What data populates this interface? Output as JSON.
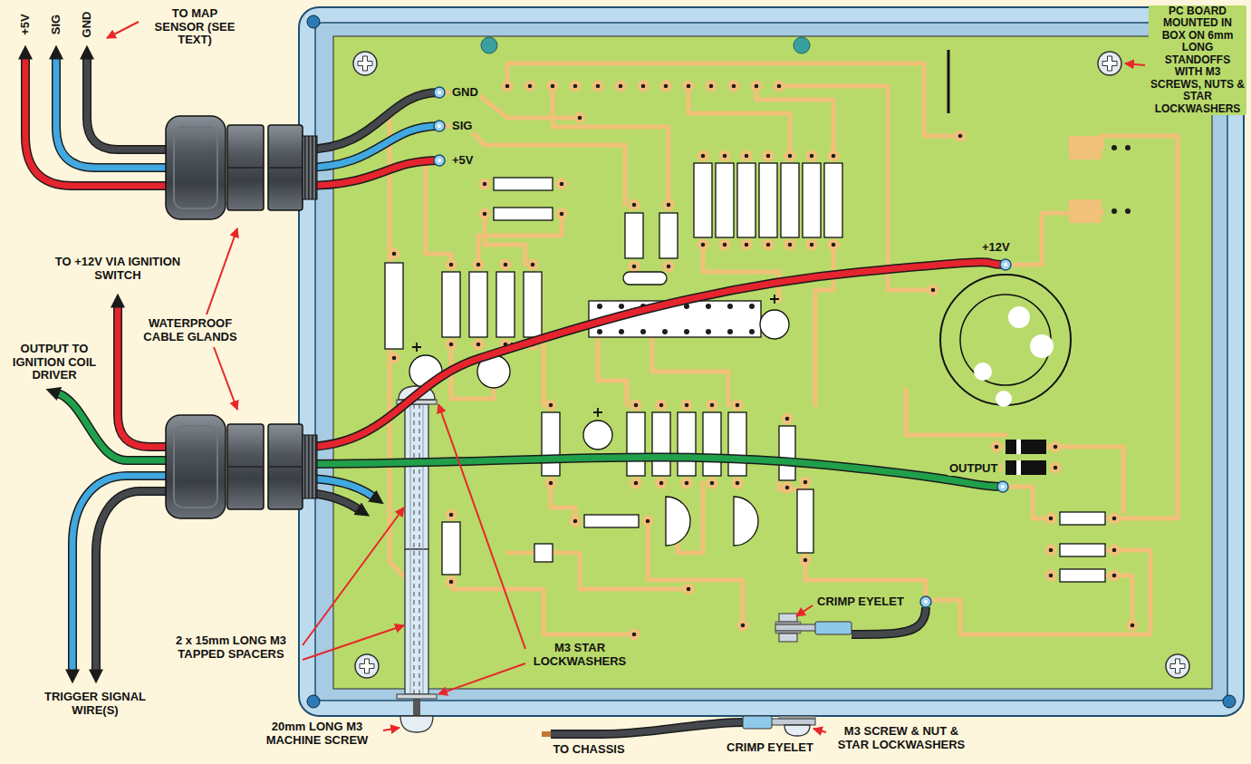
{
  "diagram": {
    "labels": [
      "+5V",
      "SIG",
      "GND",
      "TO MAP SENSOR (SEE TEXT)",
      "PC BOARD MOUNTED IN BOX ON 6mm LONG STANDOFFS WITH M3 SCREWS, NUTS & STAR LOCKWASHERS",
      "GND",
      "SIG",
      "+5V",
      "+12V",
      "TO +12V VIA IGNITION SWITCH",
      "WATERPROOF CABLE GLANDS",
      "OUTPUT TO IGNITION COIL DRIVER",
      "OUTPUT",
      "CRIMP EYELET",
      "TRIGGER SIGNAL WIRE(S)",
      "2 x 15mm LONG M3 TAPPED SPACERS",
      "M3 STAR LOCKWASHERS",
      "20mm LONG M3 MACHINE SCREW",
      "TO CHASSIS",
      "CRIMP EYELET",
      "M3 SCREW & NUT & STAR LOCKWASHERS"
    ]
  }
}
